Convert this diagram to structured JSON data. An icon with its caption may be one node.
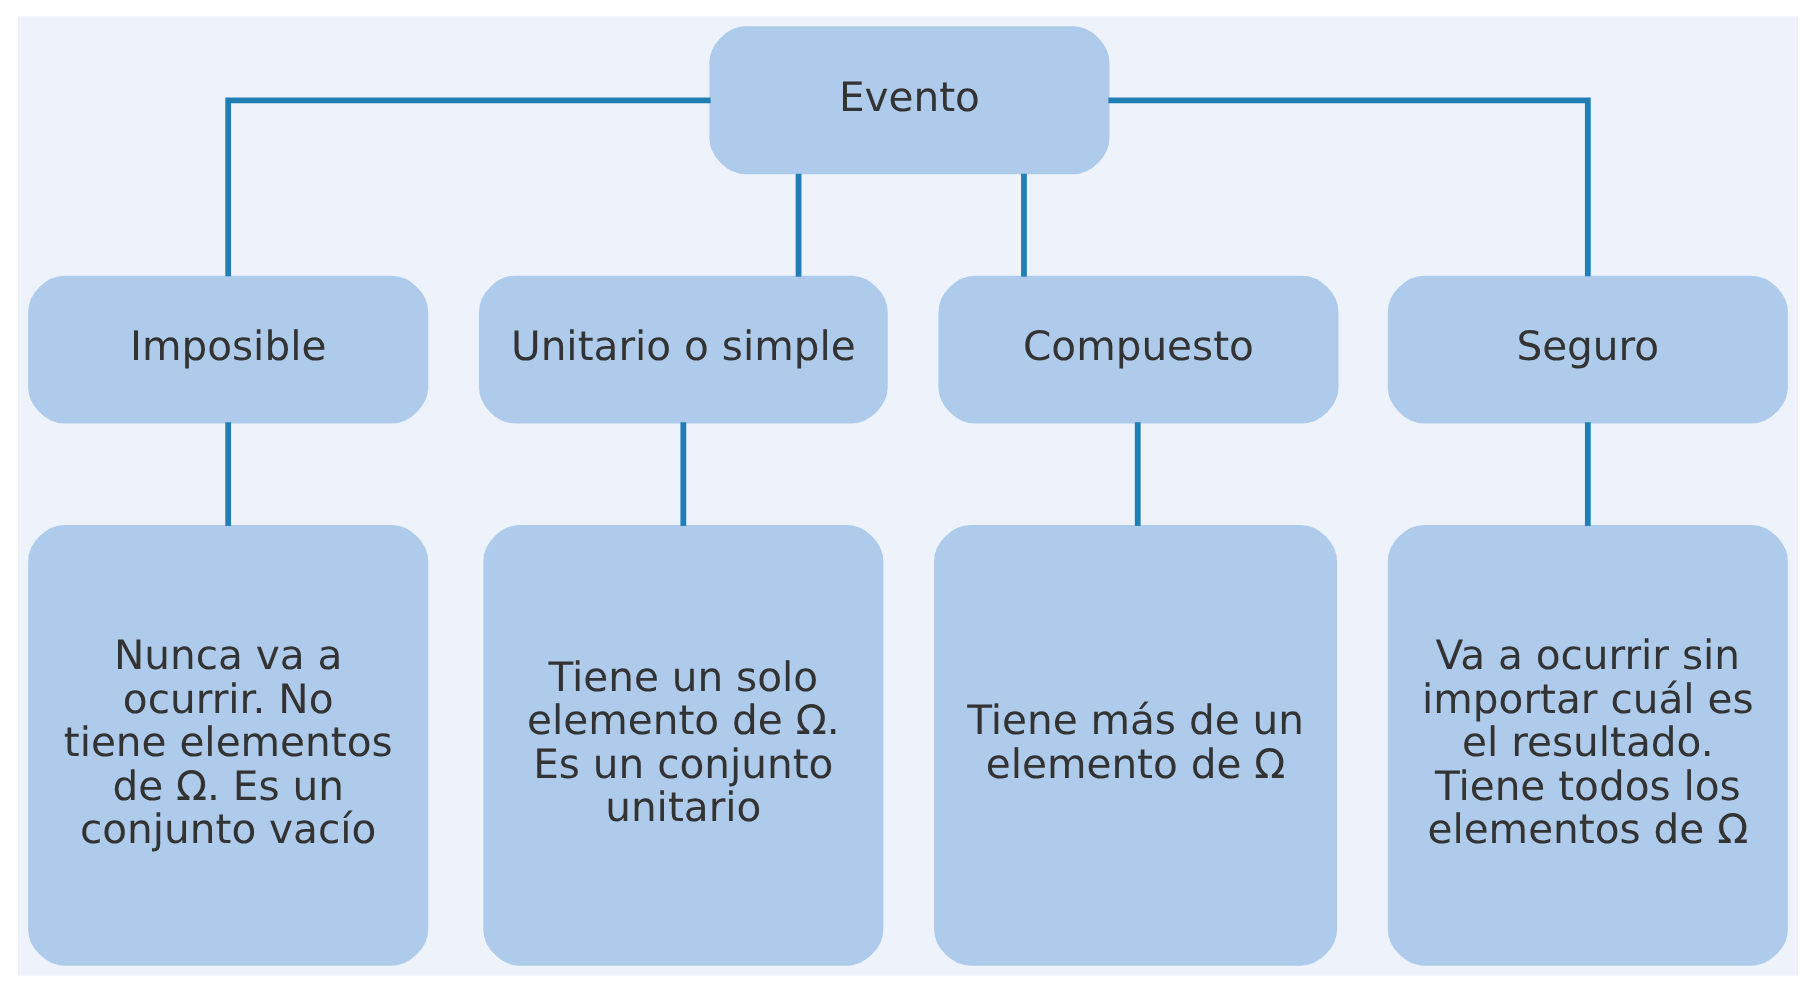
{
  "diagram": {
    "nodes": [
      {
        "text": [
          "Evento"
        ]
      },
      {
        "text": [
          "Imposible"
        ]
      },
      {
        "text": [
          "Unitario o simple"
        ]
      },
      {
        "text": [
          "Compuesto"
        ]
      },
      {
        "text": [
          "Seguro"
        ]
      },
      {
        "text": [
          "Nunca va a ocurrir. No tiene elementos de Ω. Es un conjunto vacío"
        ]
      },
      {
        "text": [
          "Tiene un solo elemento de Ω. Es un conjunto unitario"
        ]
      },
      {
        "text": [
          "Tiene más de un elemento de Ω"
        ]
      },
      {
        "text": [
          "Va a ocurrir sin importar cuál es el resultado. Tiene todos los elementos de Ω"
        ]
      }
    ],
    "edges": [
      {
        "from": 0,
        "to": 1,
        "arrow": "none"
      },
      {
        "from": 0,
        "to": 2,
        "arrow": "none"
      },
      {
        "from": 0,
        "to": 3,
        "arrow": "none"
      },
      {
        "from": 0,
        "to": 4,
        "arrow": "none"
      },
      {
        "from": 1,
        "to": 5,
        "arrow": "none"
      },
      {
        "from": 2,
        "to": 6,
        "arrow": "none"
      },
      {
        "from": 3,
        "to": 7,
        "arrow": "none"
      },
      {
        "from": 4,
        "to": 8,
        "arrow": "none"
      }
    ]
  }
}
